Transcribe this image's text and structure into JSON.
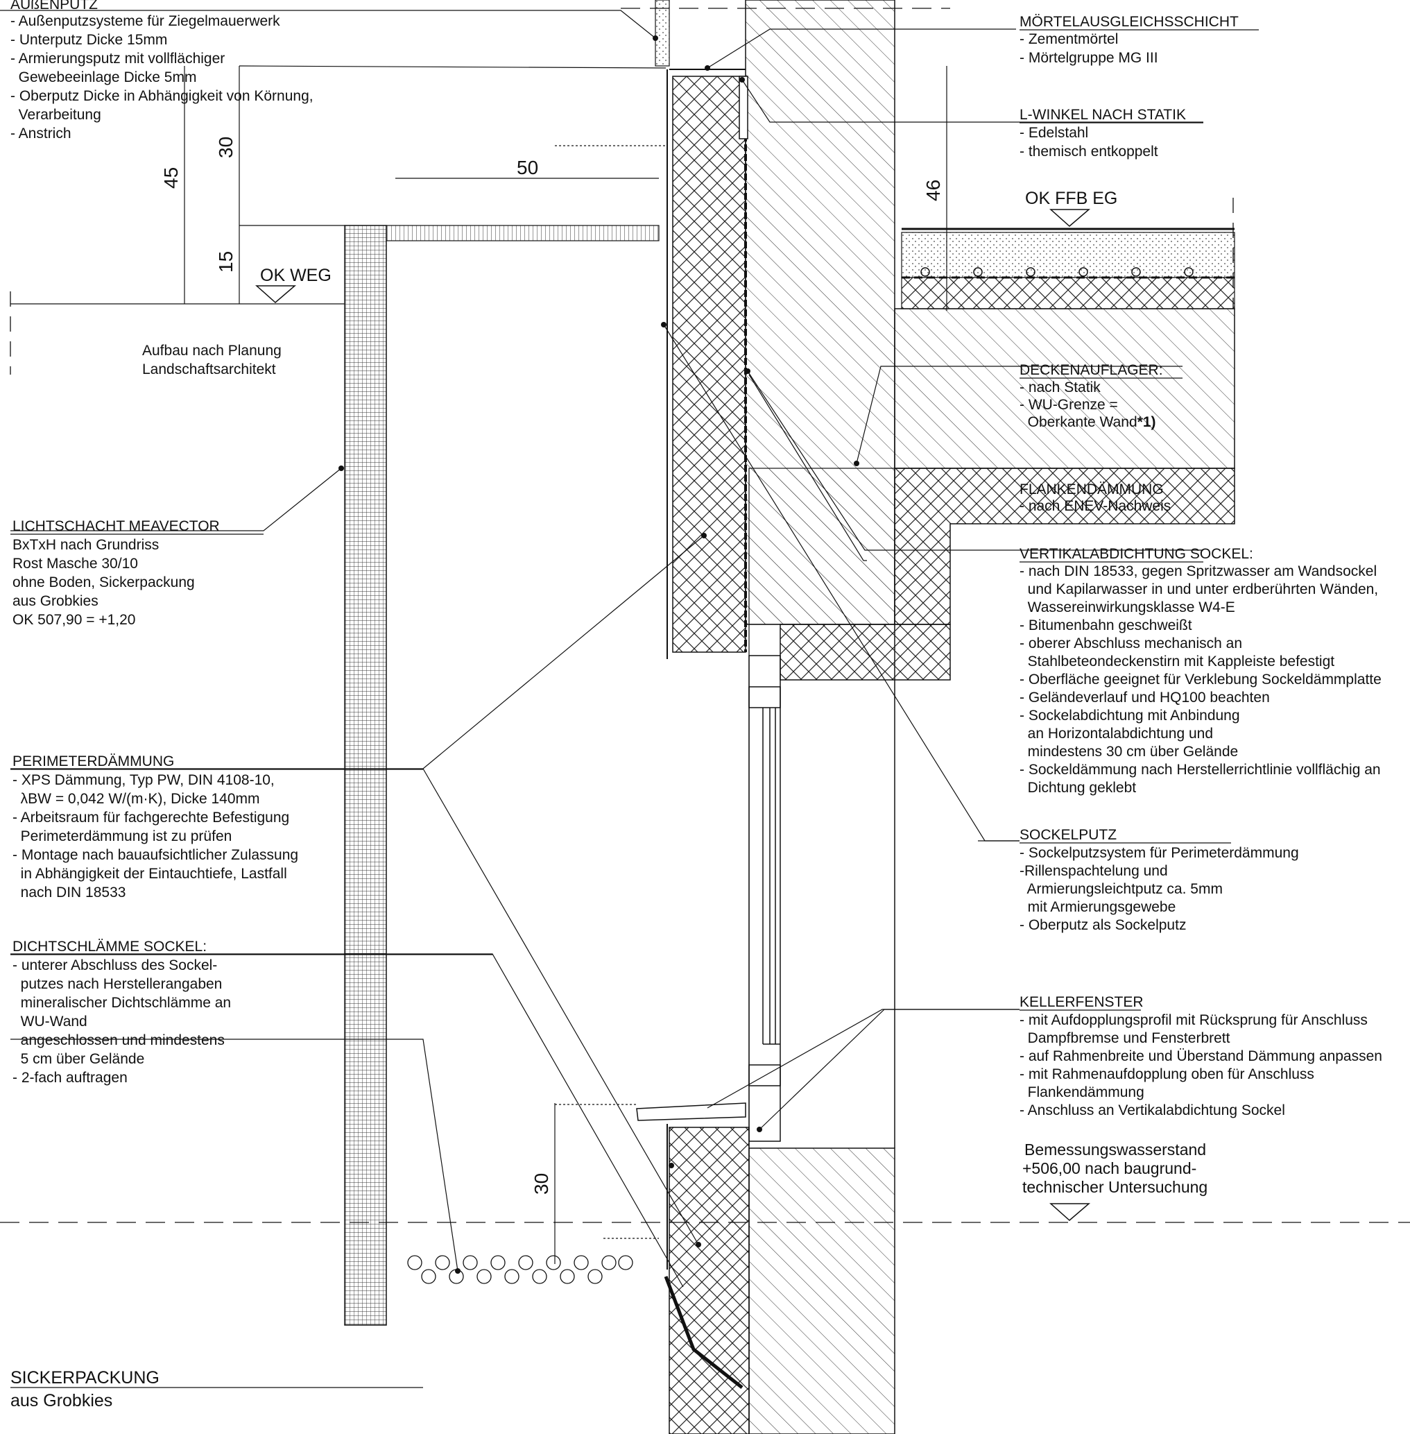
{
  "levels": {
    "ok_weg": "OK WEG",
    "ok_ffb": "OK FFB EG"
  },
  "dimensions": {
    "d45": "45",
    "d30_top": "30",
    "d15": "15",
    "d50": "50",
    "d46": "46",
    "d30_bottom": "30"
  },
  "labels": {
    "aussenputz": {
      "title": "AUßENPUTZ",
      "lines": [
        "- Außenputzsysteme für Ziegelmauerwerk",
        "- Unterputz Dicke 15mm",
        "- Armierungsputz mit vollflächiger",
        "  Gewebeeinlage Dicke 5mm",
        "- Oberputz Dicke in Abhängigkeit von Körnung,",
        "  Verarbeitung",
        "- Anstrich"
      ]
    },
    "landschaft": {
      "lines": [
        "Aufbau nach Planung",
        "Landschaftsarchitekt"
      ]
    },
    "lichtschacht": {
      "title": "LICHTSCHACHT MEAVECTOR",
      "lines": [
        "BxTxH nach Grundriss",
        "Rost Masche 30/10",
        "ohne Boden, Sickerpackung",
        "aus Grobkies",
        "OK 507,90 = +1,20"
      ]
    },
    "perimeter": {
      "title": "PERIMETERDÄMMUNG",
      "lines": [
        "- XPS Dämmung, Typ PW, DIN 4108-10,",
        "  λBW = 0,042 W/(m·K), Dicke 140mm",
        "- Arbeitsraum für fachgerechte Befestigung",
        "  Perimeterdämmung ist zu prüfen",
        "- Montage nach bauaufsichtlicher Zulassung",
        "  in Abhängigkeit der Eintauchtiefe, Lastfall",
        "  nach DIN 18533"
      ]
    },
    "dichtschlaemme": {
      "title": "DICHTSCHLÄMME SOCKEL:",
      "lines": [
        "- unterer Abschluss des Sockel-",
        "  putzes nach Herstellerangaben",
        "  mineralischer Dichtschlämme an",
        "  WU-Wand",
        "  angeschlossen und mindestens",
        "  5 cm über Gelände",
        "- 2-fach auftragen"
      ]
    },
    "sickerpackung": {
      "title": "SICKERPACKUNG",
      "lines": [
        "aus Grobkies"
      ]
    },
    "moertel": {
      "title": "MÖRTELAUSGLEICHSSCHICHT",
      "lines": [
        "- Zementmörtel",
        "- Mörtelgruppe MG III"
      ]
    },
    "lwinkel": {
      "title": "L-WINKEL NACH STATIK",
      "lines": [
        "- Edelstahl",
        "- themisch entkoppelt"
      ]
    },
    "deckenauflager": {
      "title": "DECKENAUFLAGER:",
      "lines": [
        "- nach Statik",
        "- WU-Grenze =",
        "  Oberkante Wand"
      ],
      "footnote": "*1)"
    },
    "flankendaemmung": {
      "title": "FLANKENDÄMMUNG",
      "lines": [
        "- nach ENEV-Nachweis"
      ]
    },
    "vertikal": {
      "title": "VERTIKALABDICHTUNG SOCKEL:",
      "lines": [
        "- nach DIN 18533, gegen Spritzwasser am Wandsockel",
        "  und Kapilarwasser in und unter erdberührten Wänden,",
        "  Wassereinwirkungsklasse W4-E",
        "- Bitumenbahn geschweißt",
        "- oberer Abschluss mechanisch an",
        "  Stahlbeteondeckenstirn mit Kappleiste befestigt",
        "- Oberfläche geeignet für Verklebung Sockeldämmplatte",
        "- Geländeverlauf und HQ100 beachten",
        "- Sockelabdichtung mit Anbindung",
        "  an Horizontalabdichtung und",
        "  mindestens 30 cm über Gelände",
        "- Sockeldämmung nach Herstellerrichtlinie vollflächig an",
        "  Dichtung geklebt"
      ]
    },
    "sockelputz": {
      "title": "SOCKELPUTZ",
      "lines": [
        "- Sockelputzsystem für Perimeterdämmung",
        "-Rillenspachtelung und",
        "  Armierungsleichtputz ca. 5mm",
        "  mit Armierungsgewebe",
        "- Oberputz als Sockelputz"
      ]
    },
    "kellerfenster": {
      "title": "KELLERFENSTER",
      "lines": [
        "- mit Aufdopplungsprofil mit Rücksprung für Anschluss",
        "  Dampfbremse und Fensterbrett",
        "- auf Rahmenbreite und Überstand Dämmung anpassen",
        "- mit Rahmenaufdopplung oben für Anschluss",
        "  Flankendämmung",
        "- Anschluss an Vertikalabdichtung Sockel"
      ]
    },
    "bemessung": {
      "lines": [
        "Bemessungswasserstand",
        "+506,00 nach baugrund-",
        "technischer Untersuchung"
      ]
    }
  }
}
